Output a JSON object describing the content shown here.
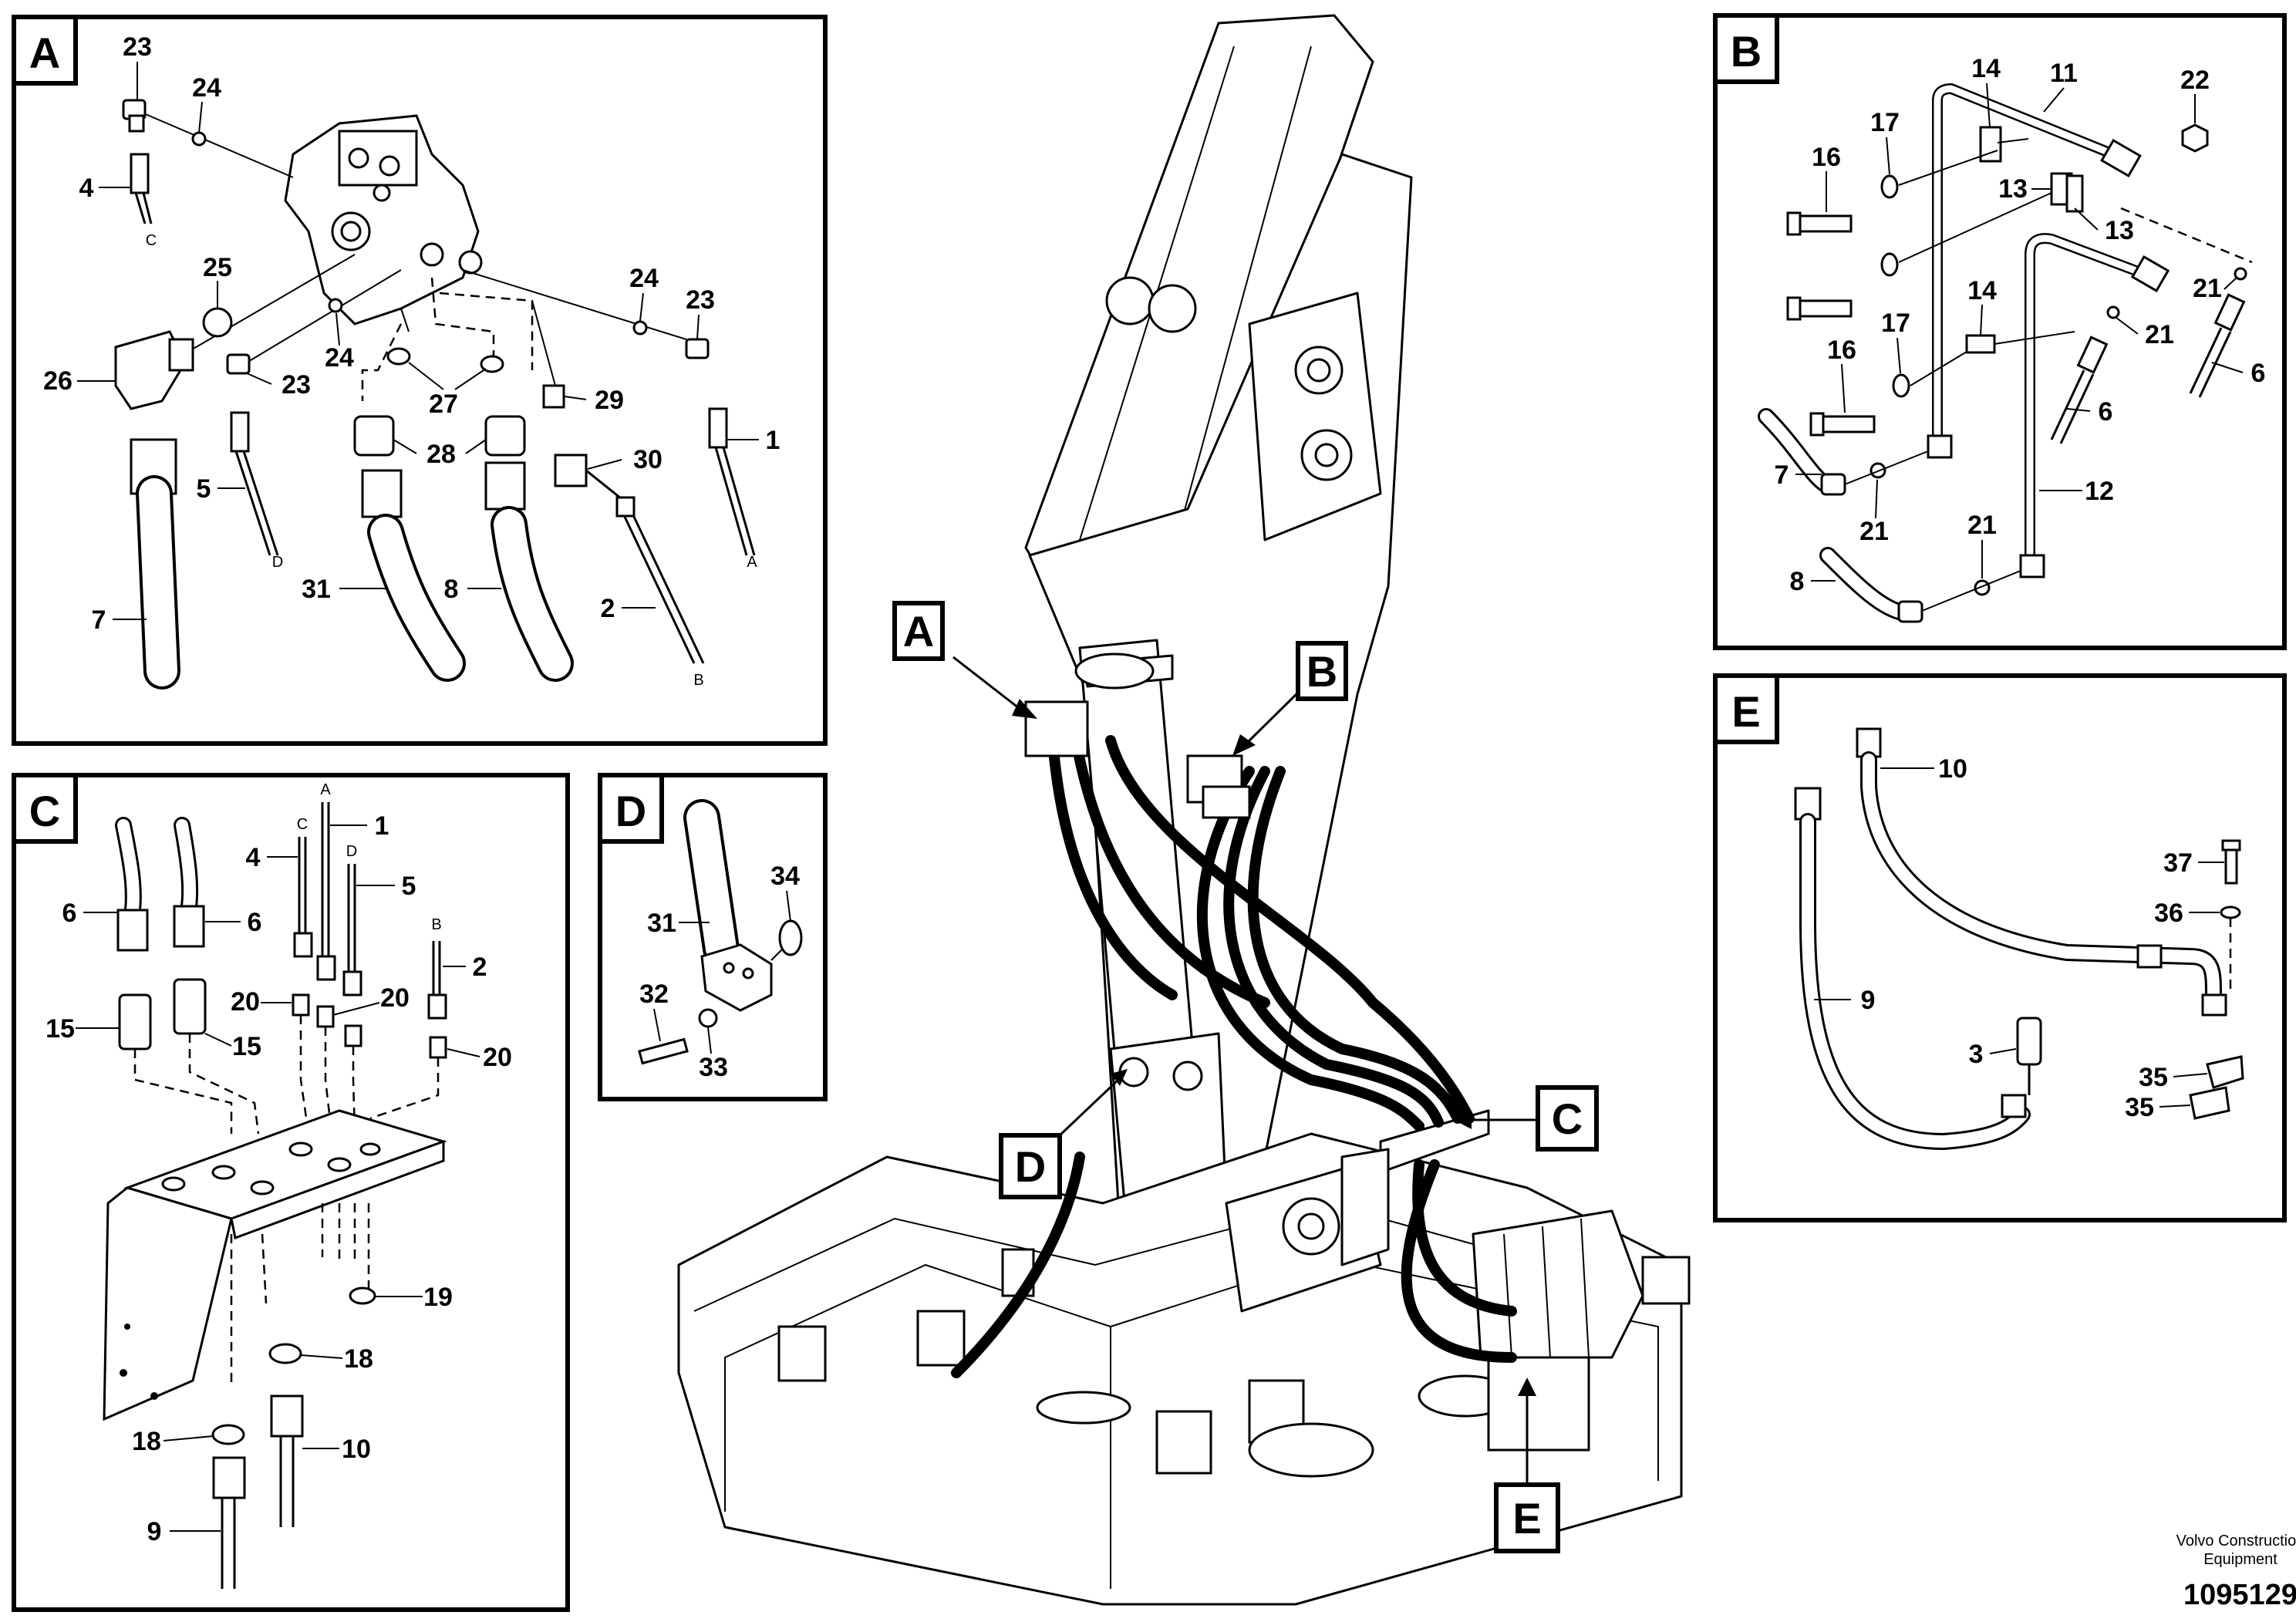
{
  "panels": {
    "A": {
      "letter": "A",
      "callouts": [
        "23",
        "24",
        "4",
        "25",
        "26",
        "24",
        "23",
        "27",
        "28",
        "29",
        "30",
        "24",
        "23",
        "1",
        "5",
        "31",
        "8",
        "2",
        "7"
      ],
      "hose_ends": [
        "C",
        "D",
        "A",
        "B"
      ]
    },
    "B": {
      "letter": "B",
      "callouts": [
        "14",
        "11",
        "22",
        "16",
        "17",
        "13",
        "13",
        "16",
        "17",
        "14",
        "21",
        "21",
        "6",
        "6",
        "7",
        "21",
        "12",
        "21",
        "8"
      ]
    },
    "C": {
      "letter": "C",
      "callouts": [
        "6",
        "6",
        "4",
        "1",
        "5",
        "2",
        "20",
        "20",
        "20",
        "15",
        "15",
        "19",
        "18",
        "18",
        "10",
        "9"
      ],
      "hose_ends": [
        "C",
        "A",
        "D",
        "B"
      ]
    },
    "D": {
      "letter": "D",
      "callouts": [
        "34",
        "31",
        "32",
        "33"
      ]
    },
    "E": {
      "letter": "E",
      "callouts": [
        "10",
        "37",
        "36",
        "9",
        "3",
        "35",
        "35"
      ]
    }
  },
  "pointers": [
    "A",
    "B",
    "C",
    "D",
    "E"
  ],
  "footer": {
    "company_line1": "Volvo Construction",
    "company_line2": "Equipment",
    "doc_number": "1095129"
  }
}
